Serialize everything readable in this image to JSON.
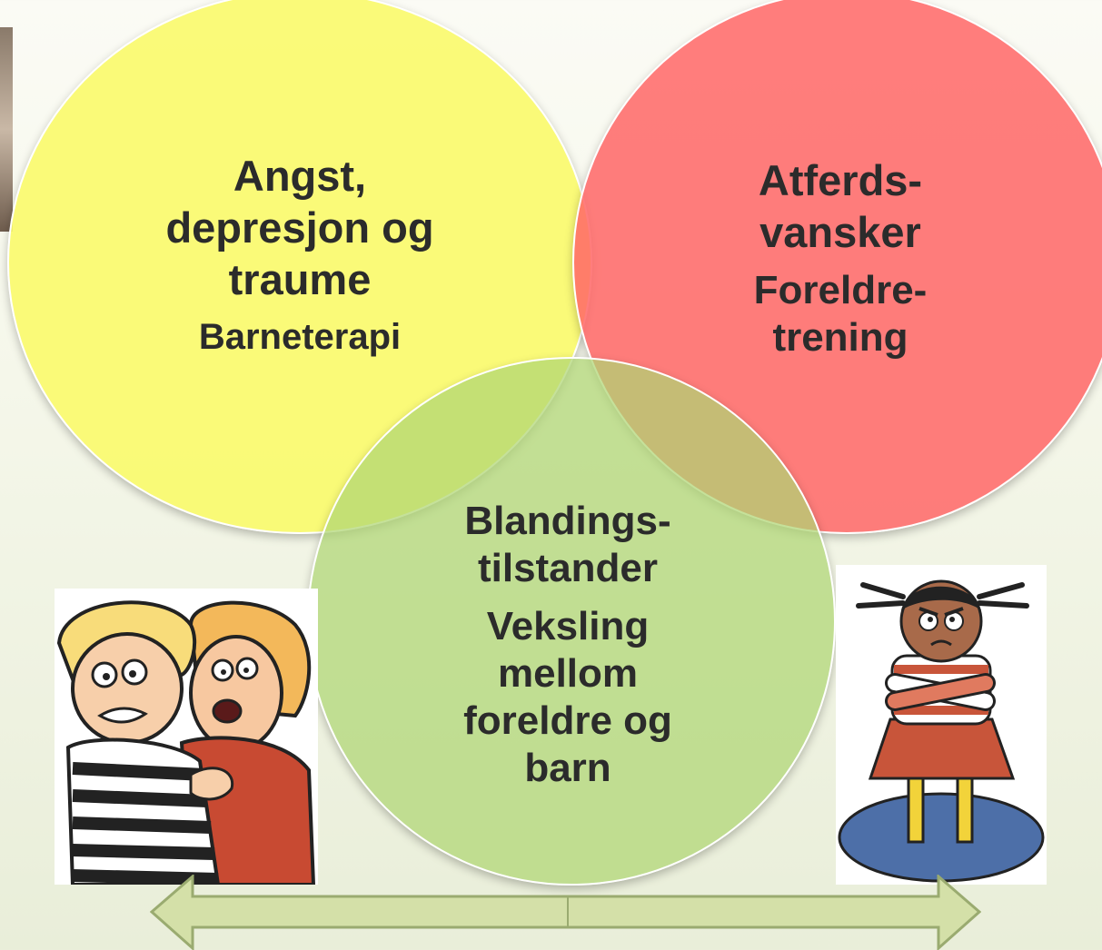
{
  "diagram": {
    "circles": [
      {
        "title": "Angst,\ndepresjon og\ntraume",
        "subtitle": "Barneterapi",
        "color": "#fafa6e"
      },
      {
        "title": "Atferds-\nvansker",
        "subtitle": "Foreldre-\ntrening",
        "color": "#ff6666"
      },
      {
        "title": "Blandings-\ntilstander",
        "subtitle": "Veksling\nmellom\nforeldre og\nbarn",
        "color": "#afd673"
      }
    ],
    "arrow_color": "#d4e0a8",
    "arrow_border": "#9aab70"
  }
}
